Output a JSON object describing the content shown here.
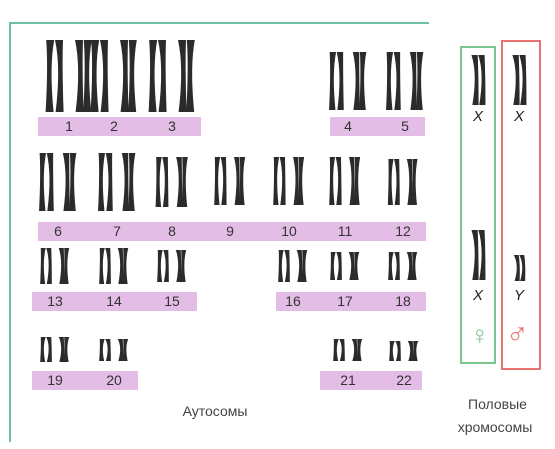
{
  "autosome_pairs": [
    "1",
    "2",
    "3",
    "4",
    "5",
    "6",
    "7",
    "8",
    "9",
    "10",
    "11",
    "12",
    "13",
    "14",
    "15",
    "16",
    "17",
    "18",
    "19",
    "20",
    "21",
    "22"
  ],
  "female_sex_chromosomes": [
    "X",
    "X"
  ],
  "male_sex_chromosomes": [
    "X",
    "Y"
  ],
  "female_symbol": "♀",
  "male_symbol": "♂",
  "caption_autosomes": "Аутосомы",
  "caption_sex_line1": "Половые",
  "caption_sex_line2": "хромосомы",
  "colors": {
    "band": "#e4bde6",
    "female_panel": "#7cc48e",
    "male_panel": "#e8736e",
    "chromosome": "#2b2b2b",
    "frame": "#6fbfa8"
  }
}
